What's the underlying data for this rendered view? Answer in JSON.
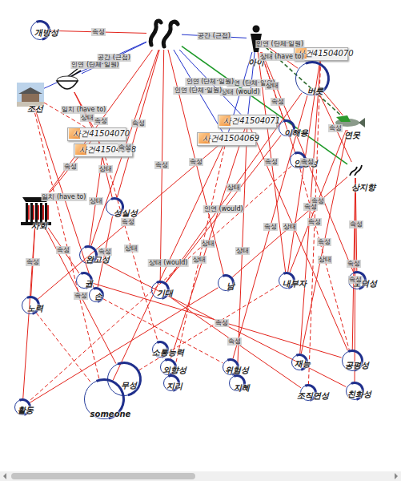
{
  "diagram": {
    "nodes": [
      {
        "text": [
          "개방성"
        ]
      },
      {
        "text": []
      },
      {
        "text": [
          "아이"
        ]
      },
      {
        "text": [
          "사건41504070"
        ]
      },
      {
        "text": []
      },
      {
        "text": [
          "조선"
        ]
      },
      {
        "text": [
          "버릇"
        ]
      },
      {
        "text": [
          "사건41504070"
        ]
      },
      {
        "text": [
          "사건41504068"
        ]
      },
      {
        "text": [
          "사건41504071"
        ]
      },
      {
        "text": [
          "사건41504069"
        ]
      },
      {
        "text": [
          "이해용"
        ]
      },
      {
        "text": [
          "연못"
        ]
      },
      {
        "text": [
          "안정성"
        ]
      },
      {
        "text": [
          "상지향"
        ]
      },
      {
        "text": [
          "사회"
        ]
      },
      {
        "text": [
          "성실성"
        ]
      },
      {
        "text": [
          "완고성"
        ]
      },
      {
        "text": [
          "권"
        ]
      },
      {
        "text": [
          "손"
        ]
      },
      {
        "text": [
          "기대"
        ]
      },
      {
        "text": [
          "남"
        ]
      },
      {
        "text": [
          "내부자"
        ]
      },
      {
        "text": [
          "도덕성"
        ]
      },
      {
        "text": [
          "노력"
        ]
      },
      {
        "text": [
          "소통능력"
        ]
      },
      {
        "text": [
          "외향성"
        ]
      },
      {
        "text": [
          "지리"
        ]
      },
      {
        "text": [
          "위험성"
        ]
      },
      {
        "text": [
          "지혜"
        ]
      },
      {
        "text": [
          "재능"
        ]
      },
      {
        "text": [
          "공평성"
        ]
      },
      {
        "text": [
          "무성"
        ]
      },
      {
        "text": [
          "조직연성"
        ]
      },
      {
        "text": [
          "친화성"
        ]
      },
      {
        "text": [
          "활동"
        ]
      },
      {
        "text": [
          "someone"
        ]
      }
    ],
    "edges": [
      {
        "from": 0,
        "to": 1,
        "arrow": "none",
        "label": "속성"
      },
      {
        "from": 1,
        "to": 2,
        "arrow": "none",
        "label": "공간 (근접)"
      },
      {
        "from": 1,
        "to": 5,
        "arrow": "none",
        "label": "인연 (단체·일원)"
      },
      {
        "from": 1,
        "to": 4,
        "arrow": "none",
        "label": "공간 (근접)"
      },
      {
        "from": 2,
        "to": 3,
        "arrow": "none",
        "label": "인연 (단체·일원)"
      },
      {
        "from": 2,
        "to": 6,
        "arrow": "none",
        "label": "상태 (have to)"
      },
      {
        "from": 2,
        "to": 9,
        "arrow": "none",
        "label": "인연 (단체·일원)"
      },
      {
        "from": 2,
        "to": 10,
        "arrow": "none",
        "label": "상태 (would)"
      },
      {
        "from": 1,
        "to": 14,
        "arrow": "none"
      },
      {
        "from": 2,
        "to": 12,
        "arrow": "none"
      },
      {
        "from": 1,
        "to": 10,
        "arrow": "none",
        "label": "인연 (단체·일원)"
      },
      {
        "from": 1,
        "to": 9,
        "arrow": "none",
        "label": "인연 (단체·일원)"
      },
      {
        "from": 4,
        "to": 7,
        "arrow": "none",
        "label": "일치 (have to)"
      },
      {
        "from": 4,
        "to": 8,
        "arrow": "none",
        "label": "상태"
      },
      {
        "from": 5,
        "to": 7,
        "arrow": "none"
      },
      {
        "from": 15,
        "to": 7,
        "arrow": "none",
        "label": "속성"
      },
      {
        "from": 1,
        "to": 16,
        "arrow": "none",
        "label": "속성"
      },
      {
        "from": 1,
        "to": 17,
        "arrow": "none",
        "label": "속성"
      },
      {
        "from": 1,
        "to": 20,
        "arrow": "none",
        "label": "속성"
      },
      {
        "from": 1,
        "to": 21,
        "arrow": "none",
        "label": "속성"
      },
      {
        "from": 1,
        "to": 15,
        "arrow": "none",
        "label": "속성"
      },
      {
        "from": 2,
        "to": 13,
        "arrow": "none",
        "label": "속성"
      },
      {
        "from": 2,
        "to": 22,
        "arrow": "none",
        "label": "속성"
      },
      {
        "from": 2,
        "to": 23,
        "arrow": "none",
        "label": "속성"
      },
      {
        "from": 2,
        "to": 11,
        "arrow": "none",
        "label": "상태"
      },
      {
        "from": 6,
        "to": 12,
        "arrow": "none"
      },
      {
        "from": 6,
        "to": 14,
        "arrow": "none",
        "label": "속성"
      },
      {
        "from": 6,
        "to": 28,
        "arrow": "none",
        "label": "속성"
      },
      {
        "from": 6,
        "to": 20,
        "arrow": "none",
        "label": "상태"
      },
      {
        "from": 14,
        "to": 23,
        "arrow": "none",
        "label": "속성"
      },
      {
        "from": 14,
        "to": 31,
        "arrow": "none",
        "label": "속성"
      },
      {
        "from": 14,
        "to": 34,
        "arrow": "none",
        "label": "속성"
      },
      {
        "from": 14,
        "to": 21,
        "arrow": "none",
        "label": "상태"
      },
      {
        "from": 12,
        "to": 22,
        "arrow": "none",
        "label": "속성"
      },
      {
        "from": 15,
        "to": 24,
        "arrow": "none",
        "label": "속성"
      },
      {
        "from": 15,
        "to": 35,
        "arrow": "none"
      },
      {
        "from": 15,
        "to": 18,
        "arrow": "none",
        "label": "속성"
      },
      {
        "from": 15,
        "to": 32,
        "arrow": "none",
        "label": "속성"
      },
      {
        "from": 7,
        "to": 16,
        "arrow": "none",
        "label": "상태"
      },
      {
        "from": 8,
        "to": 17,
        "arrow": "none",
        "label": "상태"
      },
      {
        "from": 8,
        "to": 25,
        "arrow": "none",
        "label": "상태"
      },
      {
        "from": 9,
        "to": 26,
        "arrow": "none",
        "label": "상태"
      },
      {
        "from": 9,
        "to": 29,
        "arrow": "none",
        "label": "상태"
      },
      {
        "from": 10,
        "to": 27,
        "arrow": "none",
        "label": "상태"
      },
      {
        "from": 10,
        "to": 36,
        "arrow": "none",
        "label": "상태 (would)"
      },
      {
        "from": 3,
        "to": 30,
        "arrow": "none",
        "label": "속성"
      },
      {
        "from": 3,
        "to": 33,
        "arrow": "none",
        "label": "속성"
      },
      {
        "from": 3,
        "to": 22,
        "arrow": "none"
      },
      {
        "from": 13,
        "to": 31,
        "arrow": "none",
        "label": "상태"
      },
      {
        "from": 11,
        "to": 20,
        "arrow": "none",
        "label": "인연 (would)"
      },
      {
        "from": 16,
        "to": 19,
        "arrow": "none",
        "label": "속성"
      },
      {
        "from": 5,
        "to": 19,
        "arrow": "none",
        "label": "일치 (have to)"
      },
      {
        "from": 5,
        "to": 36,
        "arrow": "none"
      },
      {
        "from": 17,
        "to": 34,
        "arrow": "none",
        "label": "속성"
      },
      {
        "from": 18,
        "to": 31,
        "arrow": "none"
      },
      {
        "from": 19,
        "to": 28,
        "arrow": "none"
      },
      {
        "from": 20,
        "to": 33,
        "arrow": "none",
        "label": "속성"
      },
      {
        "from": 21,
        "to": 35,
        "arrow": "none"
      },
      {
        "from": 24,
        "to": 36,
        "arrow": "none"
      },
      {
        "from": 22,
        "to": 32,
        "arrow": "none"
      },
      {
        "from": 12,
        "to": 30,
        "arrow": "none",
        "label": "속성"
      },
      {
        "from": 9,
        "to": 31,
        "arrow": "none"
      },
      {
        "from": 10,
        "to": 24,
        "arrow": "none",
        "label": "속성"
      },
      {
        "from": 13,
        "to": 35,
        "arrow": "none"
      }
    ]
  }
}
